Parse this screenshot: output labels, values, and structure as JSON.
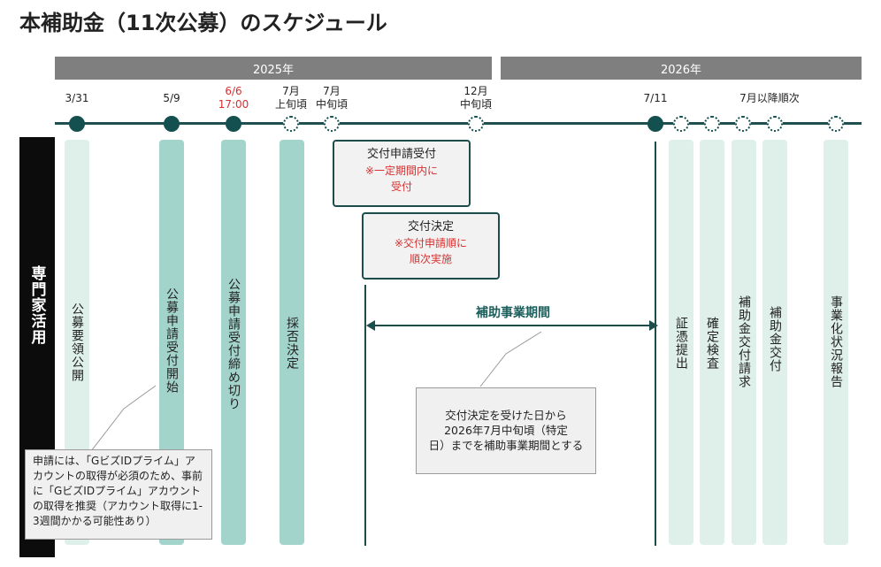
{
  "title": "本補助金（11次公募）のスケジュール",
  "years": [
    "2025年",
    "2026年"
  ],
  "dates": [
    {
      "text": "3/31",
      "red": false
    },
    {
      "text": "5/9",
      "red": false
    },
    {
      "text": "6/6\n17:00",
      "red": true
    },
    {
      "text": "7月\n上旬頃",
      "red": false
    },
    {
      "text": "7月\n中旬頃",
      "red": false
    },
    {
      "text": "12月\n中旬頃",
      "red": false
    },
    {
      "text": "7/11",
      "red": false
    },
    {
      "text": "7月以降順次",
      "red": false
    }
  ],
  "side_label": "専門家活用",
  "columns": [
    "公募要領公開",
    "公募申請受付開始",
    "公募申請受付締め切り",
    "採否決定",
    "証憑提出",
    "確定検査",
    "補助金交付請求",
    "補助金交付",
    "事業化状況報告"
  ],
  "box_receipt": {
    "title": "交付申請受付",
    "note": "※一定期間内に\n受付"
  },
  "box_decision": {
    "title": "交付決定",
    "note": "※交付申請順に\n順次実施"
  },
  "period_label": "補助事業期間",
  "period_note": "交付決定を受けた日から\n2026年7月中旬頃（特定\n日）までを補助事業期間とする",
  "id_note": "申請には、「GビズIDプライム」アカウントの取得が必須のため、事前に「GビズIDプライム」アカウントの取得を推奨（アカウント取得に1-3週間かかる可能性あり）",
  "colors": {
    "dark_teal": "#14504f",
    "light_col": "#dff0ea",
    "mid_col": "#a3d4cc",
    "red": "#d93030",
    "year_bar": "#7f7f7f"
  }
}
